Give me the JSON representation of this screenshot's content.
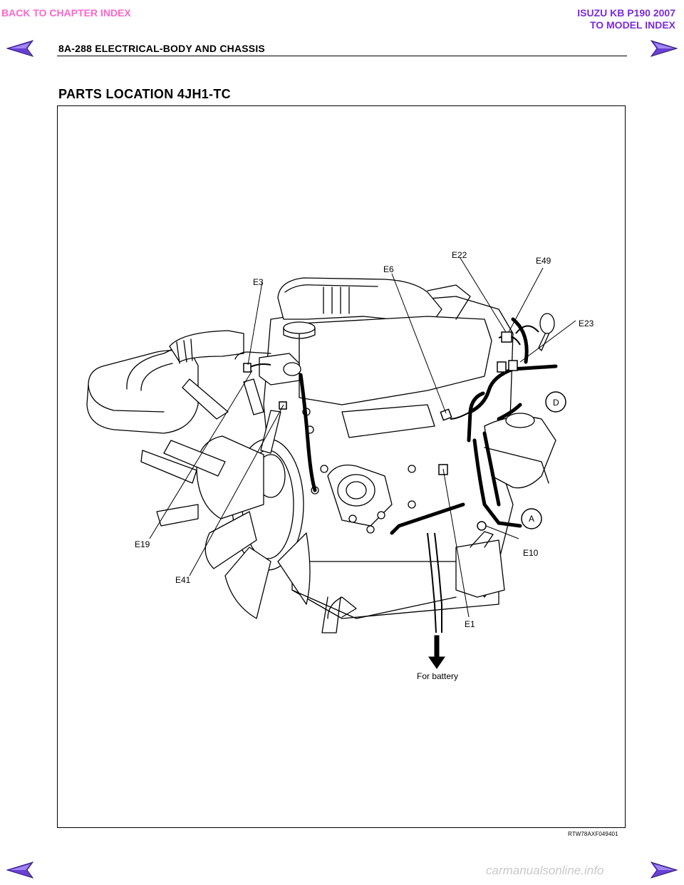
{
  "nav": {
    "back_to_chapter": "BACK TO CHAPTER INDEX",
    "model_line1": "ISUZU KB P190 2007",
    "model_line2": "TO MODEL INDEX"
  },
  "header": {
    "title": "8A-288  ELECTRICAL-BODY AND CHASSIS"
  },
  "section": {
    "title": "PARTS LOCATION 4JH1-TC"
  },
  "figure": {
    "callouts": {
      "e3": "E3",
      "e6": "E6",
      "e22": "E22",
      "e49": "E49",
      "e23": "E23",
      "d": "D",
      "a": "A",
      "e10": "E10",
      "e19": "E19",
      "e41": "E41",
      "e1": "E1",
      "battery": "For battery"
    },
    "code": "RTW78AXF049401"
  },
  "footer": {
    "watermark": "carmanualsonline.info"
  },
  "colors": {
    "nav_pink": "#ff66cc",
    "nav_purple": "#7a2bd9",
    "arrow_purple": "#6a3fd6"
  }
}
